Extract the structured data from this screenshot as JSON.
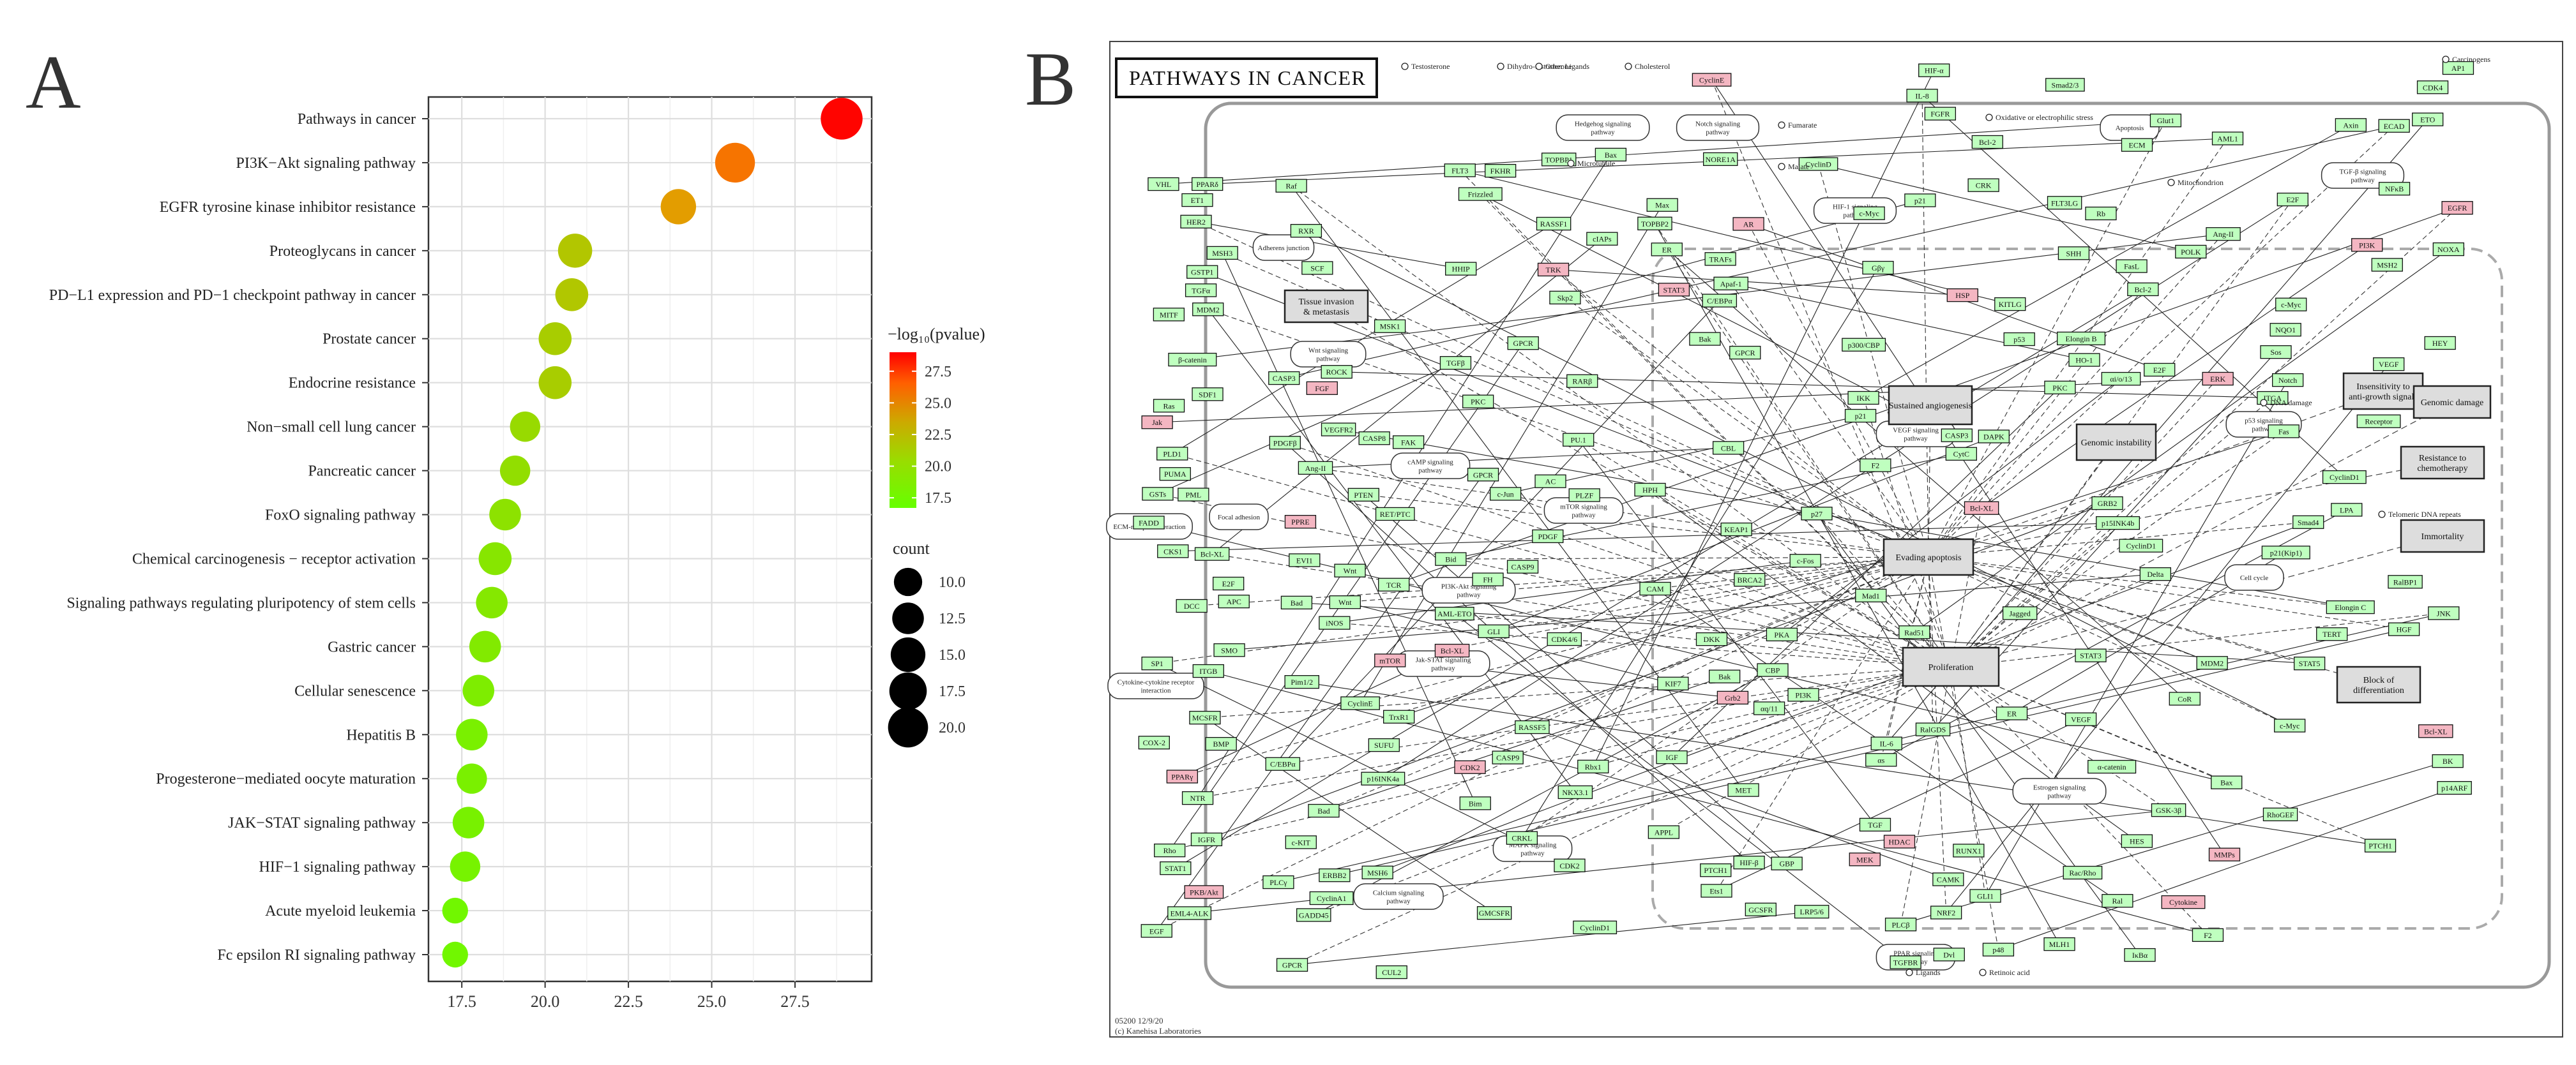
{
  "panels": {
    "a_label": "A",
    "b_label": "B"
  },
  "chart_data": [
    {
      "type": "scatter",
      "subtype": "dot-plot",
      "title": "",
      "xlabel": "",
      "ylabel": "",
      "xlim": [
        16.5,
        29.8
      ],
      "x_ticks": [
        "17.5",
        "20.0",
        "22.5",
        "25.0",
        "27.5"
      ],
      "grid": true,
      "color_legend": {
        "title": "−log₁₀(pvalue)",
        "ticks": [
          "27.5",
          "25.0",
          "22.5",
          "20.0",
          "17.5"
        ],
        "range": [
          16.7,
          29.0
        ],
        "colors": [
          "#66ff00",
          "#aacc00",
          "#ddaa00",
          "#ff6000",
          "#ff0000"
        ]
      },
      "size_legend": {
        "title": "count",
        "values": [
          "10.0",
          "12.5",
          "15.0",
          "17.5",
          "20.0"
        ]
      },
      "categories": [
        "Pathways in cancer",
        "PI3K−Akt signaling pathway",
        "EGFR tyrosine kinase inhibitor resistance",
        "Proteoglycans in cancer",
        "PD−L1 expression and PD−1 checkpoint pathway in cancer",
        "Prostate cancer",
        "Endocrine resistance",
        "Non−small cell lung cancer",
        "Pancreatic cancer",
        "FoxO signaling pathway",
        "Chemical carcinogenesis − receptor activation",
        "Signaling pathways regulating pluripotency of stem cells",
        "Gastric cancer",
        "Cellular senescence",
        "Hepatitis B",
        "Progesterone−mediated oocyte maturation",
        "JAK−STAT signaling pathway",
        "HIF−1 signaling pathway",
        "Acute myeloid leukemia",
        "Fc epsilon RI signaling pathway"
      ],
      "x": [
        28.9,
        25.7,
        24.0,
        20.9,
        20.8,
        20.3,
        20.3,
        19.4,
        19.1,
        18.8,
        18.5,
        18.4,
        18.2,
        18.0,
        17.8,
        17.8,
        17.7,
        17.6,
        17.3,
        17.3
      ],
      "color_values": [
        28.9,
        25.7,
        24.0,
        20.9,
        20.8,
        20.3,
        20.3,
        19.4,
        19.1,
        18.8,
        18.5,
        18.4,
        18.2,
        18.0,
        17.8,
        17.8,
        17.7,
        17.6,
        17.3,
        17.3
      ],
      "count": [
        21,
        19,
        15,
        14,
        13,
        13,
        13,
        11,
        11,
        12,
        13,
        12,
        12,
        12,
        12,
        11,
        12,
        11,
        8,
        8
      ]
    },
    {
      "type": "diagram",
      "title": "PATHWAYS IN CANCER",
      "footer": [
        "05200 12/9/20",
        "(c) Kanehisa Laboratories"
      ],
      "processes": [
        "Evading apoptosis",
        "Proliferation",
        "Sustained angiogenesis",
        "Genomic instability",
        "Insensitivity to anti-growth signals",
        "Genomic damage",
        "Resistance to chemotherapy",
        "Immortality",
        "Block of differentiation",
        "Tissue invasion & metastasis"
      ],
      "pathway_links": [
        "Adherens junction",
        "Wnt signaling pathway",
        "cAMP signaling pathway",
        "Focal adhesion",
        "ECM-receptor interaction",
        "PI3K-Akt signaling pathway",
        "mTOR signaling pathway",
        "Jak-STAT signaling pathway",
        "MAPK signaling pathway",
        "Calcium signaling pathway",
        "Cytokine-cytokine receptor interaction",
        "Hedgehog signaling pathway",
        "Notch signaling pathway",
        "HIF-1 signaling pathway",
        "VEGF signaling pathway",
        "p53 signaling pathway",
        "Cell cycle",
        "Apoptosis",
        "TGF-β signaling pathway",
        "Estrogen signaling pathway",
        "PPAR signaling pathway"
      ],
      "labels_extra": [
        "Carcinogens",
        "Mitochondrion",
        "DNA damage",
        "Telomeric DNA repeats",
        "Ligands",
        "Retinoic acid",
        "Testosterone",
        "Dihydro-testosterone",
        "Other Ligands",
        "Cholesterol",
        "Microtubule",
        "Fumarate",
        "Malate",
        "Oxidative or electrophilic stress"
      ],
      "genes_green": [
        "DCC",
        "CASP3",
        "CASP9",
        "APPL",
        "CASP3",
        "α-catenin",
        "ECAD",
        "β-catenin",
        "Wnt",
        "Frizzled",
        "LRP5/6",
        "F2",
        "Ang-II",
        "LPA",
        "SDF1",
        "GPCR",
        "GPCR",
        "GPCR",
        "αs",
        "αi/o/13",
        "RhoGEF",
        "Rho",
        "ROCK",
        "AC",
        "PKA",
        "Gβγ",
        "ECM",
        "ITGA",
        "ITGB",
        "FAK",
        "CRKL",
        "CBL",
        "CRK",
        "F2",
        "BK",
        "ET1",
        "Ang-II",
        "GPCR",
        "αq/11",
        "PLCβ",
        "PKC",
        "Receptor",
        "EGF",
        "ERBB2",
        "PDGF",
        "IGF",
        "KITLG",
        "FLT3LG",
        "HGF",
        "IGFR",
        "c-KIT",
        "FLT3",
        "MET",
        "FGFR",
        "GRB2",
        "Sos",
        "Ras",
        "Raf",
        "RASSF1",
        "NORE1A",
        "RalGDS",
        "Ral",
        "RalBP1",
        "PLD1",
        "PLCγ",
        "PKC",
        "CAM",
        "CAMK",
        "Rac/Rho",
        "JNK",
        "EML4-ALK",
        "RET/PTC",
        "RASSF5",
        "GBP",
        "Dvl",
        "GSK-3β",
        "Axin",
        "APC",
        "PTEN",
        "NKX3.1",
        "PI3K",
        "IKK",
        "IκBα",
        "NFκB",
        "MDM2",
        "Bad",
        "FKHR",
        "p27",
        "p21",
        "STAT3",
        "STAT5",
        "STAT1",
        "MSK1",
        "c-Jun",
        "c-Fos",
        "c-Myc",
        "Bcl-2",
        "CyclinD1",
        "COX-2",
        "iNOS",
        "cIAPs",
        "TRAFs",
        "IL-8",
        "VEGF",
        "CDK4",
        "Bcl-XL",
        "Pim1/2",
        "CyclinD1",
        "Ets1",
        "DAPK",
        "SHH",
        "PTCH1",
        "SMO",
        "SUFU",
        "GLI",
        "KIF7",
        "Jagged",
        "Delta",
        "Notch",
        "BMP",
        "Wnt",
        "HHIP",
        "PTCH1",
        "GLI1",
        "HES",
        "HEY",
        "HER2",
        "VEGFR2",
        "FH",
        "HPH",
        "HIF-α",
        "Elongin B",
        "Elongin C",
        "VHL",
        "CUL2",
        "Rbx1",
        "HIF-β",
        "p300/CBP",
        "Glut1",
        "VEGF",
        "TGFα",
        "PDGFβ",
        "TGFβ",
        "KEAP1",
        "NRF2",
        "HO-1",
        "NQO1",
        "GSTs",
        "TrxR1",
        "CASP9",
        "Apaf-1",
        "CytC",
        "FasL",
        "Fas",
        "FADD",
        "CASP8",
        "Bid",
        "Bak",
        "Bcl-2",
        "Bax",
        "NOXA",
        "PUMA",
        "Bad",
        "Bim",
        "BRCA2",
        "Rad51",
        "MLH1",
        "MSH2",
        "MSH3",
        "MSH6",
        "TOPBP1",
        "TOPBP2",
        "TGFBR",
        "Smad2/3",
        "Smad4",
        "GSTP1",
        "EVI1",
        "AML-ETO",
        "CBP",
        "p53",
        "MDM2",
        "p14ARF",
        "MITF",
        "GADD45",
        "Bax",
        "Bak",
        "p48",
        "POLK",
        "TERT",
        "NTR",
        "p16INK4a",
        "CDK4/6",
        "CyclinD",
        "p21",
        "Rb",
        "E2F",
        "CKS1",
        "SCF",
        "Skp2",
        "Max",
        "Mad1",
        "p15INK4b",
        "p21(Kip1)",
        "E2F",
        "CyclinE",
        "CDK2",
        "DKK",
        "ER",
        "CoR",
        "AP1",
        "SP1",
        "RXR",
        "RARβ",
        "ER",
        "TGF",
        "CyclinD1",
        "c-Myc",
        "PPARδ",
        "CyclinA1",
        "PU.1",
        "C/EBPα",
        "RUNX1",
        "AML1",
        "ETO",
        "PML",
        "C/EBPα",
        "GMCSFR",
        "GCSFR",
        "IL-6",
        "E2F",
        "c-Myc",
        "MCSFR",
        "TCR",
        "PLZF"
      ],
      "genes_red": [
        "AR",
        "HSP",
        "Cytokine",
        "EGFR",
        "Jak",
        "FGF",
        "TRK",
        "Grb2",
        "MEK",
        "ERK",
        "PI3K",
        "PKB/Akt",
        "mTOR",
        "Bcl-XL",
        "STAT3",
        "Bcl-XL",
        "MMPs",
        "Bcl-XL",
        "PPARγ",
        "PPRE",
        "CDK2",
        "CyclinE",
        "HDAC"
      ]
    }
  ]
}
